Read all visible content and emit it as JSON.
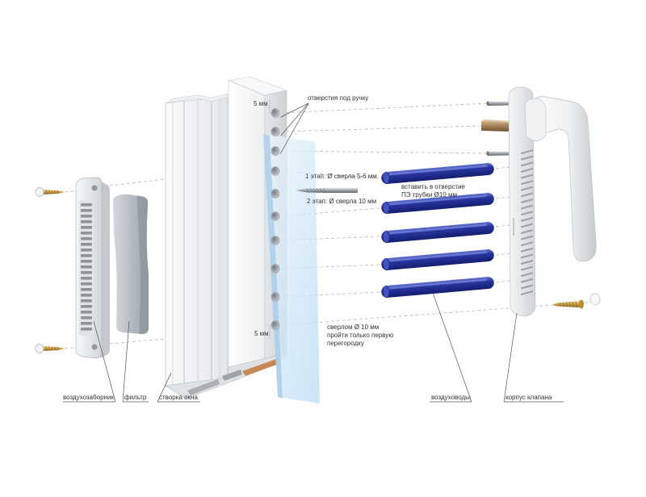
{
  "diagram": {
    "callouts": {
      "handle_holes": "отверстия под ручку",
      "spacing_top": "5 мм",
      "spacing_bottom": "5 мм",
      "drill_stage_1": "1 этап: Ø сверла 5-6 мм",
      "drill_stage_2": "2 этап: Ø сверла 10 мм",
      "insert_tubes": [
        "вставить в отверстие",
        "ПЭ трубки Ø10 мм"
      ],
      "drill_note": [
        "сверлом Ø 10 мм",
        "пройти только первую",
        "перегородку"
      ]
    },
    "part_labels": {
      "air_intake": "воздухозаборник",
      "filter": "фильтр",
      "sash": "створка окна",
      "air_ducts": "воздуховоды",
      "valve_body": "корпус клапана"
    }
  },
  "colors": {
    "background": "#ffffff",
    "text": "#333333",
    "duct_blue": "#27349e",
    "duct_dark": "#141d6e",
    "glass": "#b9dbf3",
    "brass": "#c9a14c",
    "leader_line": "#555555",
    "dash_line": "#b4b8bc"
  }
}
